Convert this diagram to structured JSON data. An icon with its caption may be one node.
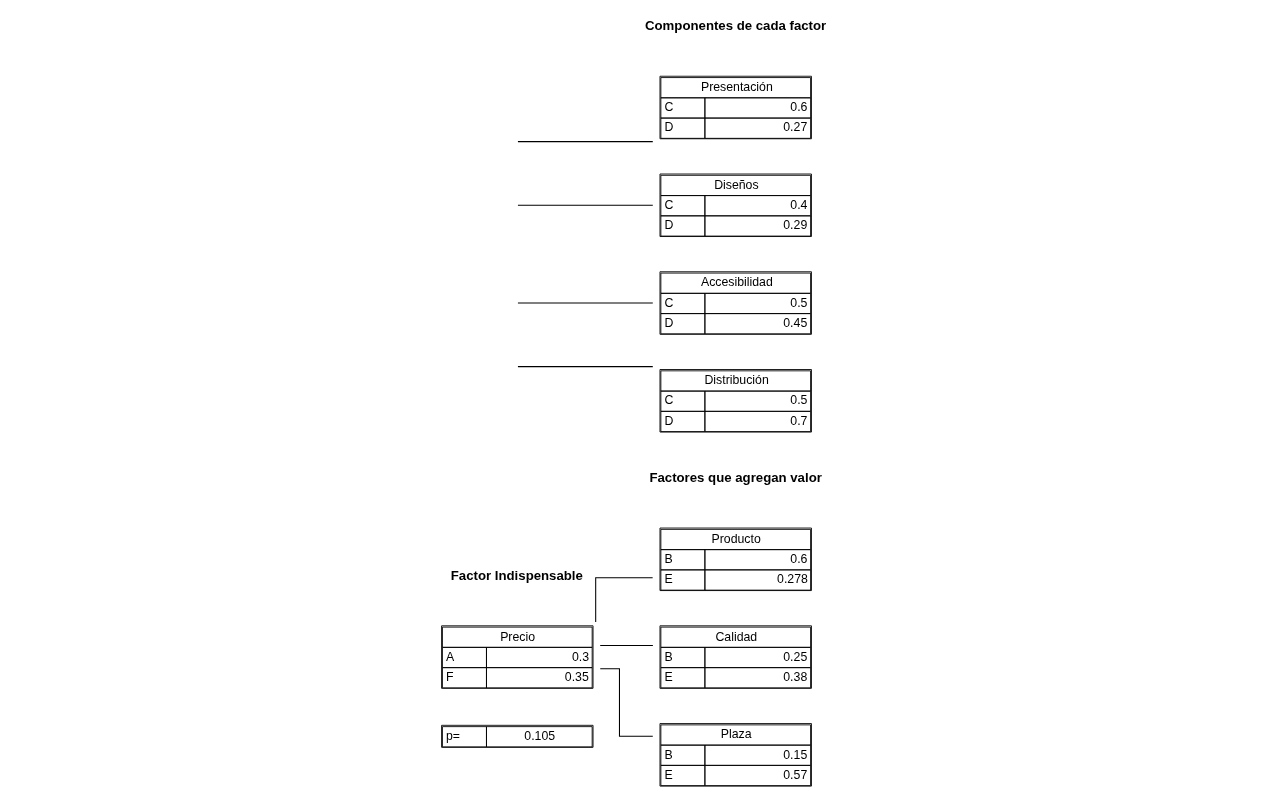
{
  "diagram": {
    "nodes": [
      {
        "text": [
          "Precio",
          "A",
          "0.3",
          "F",
          "0.35"
        ]
      },
      {
        "text": [
          "p=",
          "0.105"
        ]
      },
      {
        "text": [
          "Producto",
          "B",
          "0.6",
          "E",
          "0.278"
        ]
      },
      {
        "text": [
          "Calidad",
          "B",
          "0.25",
          "E",
          "0.38"
        ]
      },
      {
        "text": [
          "Plaza",
          "B",
          "0.15",
          "E",
          "0.57"
        ]
      },
      {
        "text": [
          "Presentación",
          "C",
          "0.6",
          "D",
          "0.27"
        ]
      },
      {
        "text": [
          "Diseños",
          "C",
          "0.4",
          "D",
          "0.29"
        ]
      },
      {
        "text": [
          "Accesibilidad",
          "C",
          "0.5",
          "D",
          "0.45"
        ]
      },
      {
        "text": [
          "Distribución",
          "C",
          "0.5",
          "D",
          "0.7"
        ]
      }
    ],
    "edges": [
      {
        "from": 0,
        "to": 2,
        "arrow": "none"
      },
      {
        "from": 0,
        "to": 3,
        "arrow": "none"
      },
      {
        "from": 0,
        "to": 4,
        "arrow": "none"
      },
      {
        "from": null,
        "to": 5,
        "arrow": "none"
      },
      {
        "from": null,
        "to": 6,
        "arrow": "none"
      },
      {
        "from": null,
        "to": 7,
        "arrow": "none"
      },
      {
        "from": null,
        "to": 8,
        "arrow": "none"
      }
    ],
    "labels": [
      "Factor Indispensable",
      "Factores que agregan valor",
      "Componentes de cada factor"
    ]
  }
}
